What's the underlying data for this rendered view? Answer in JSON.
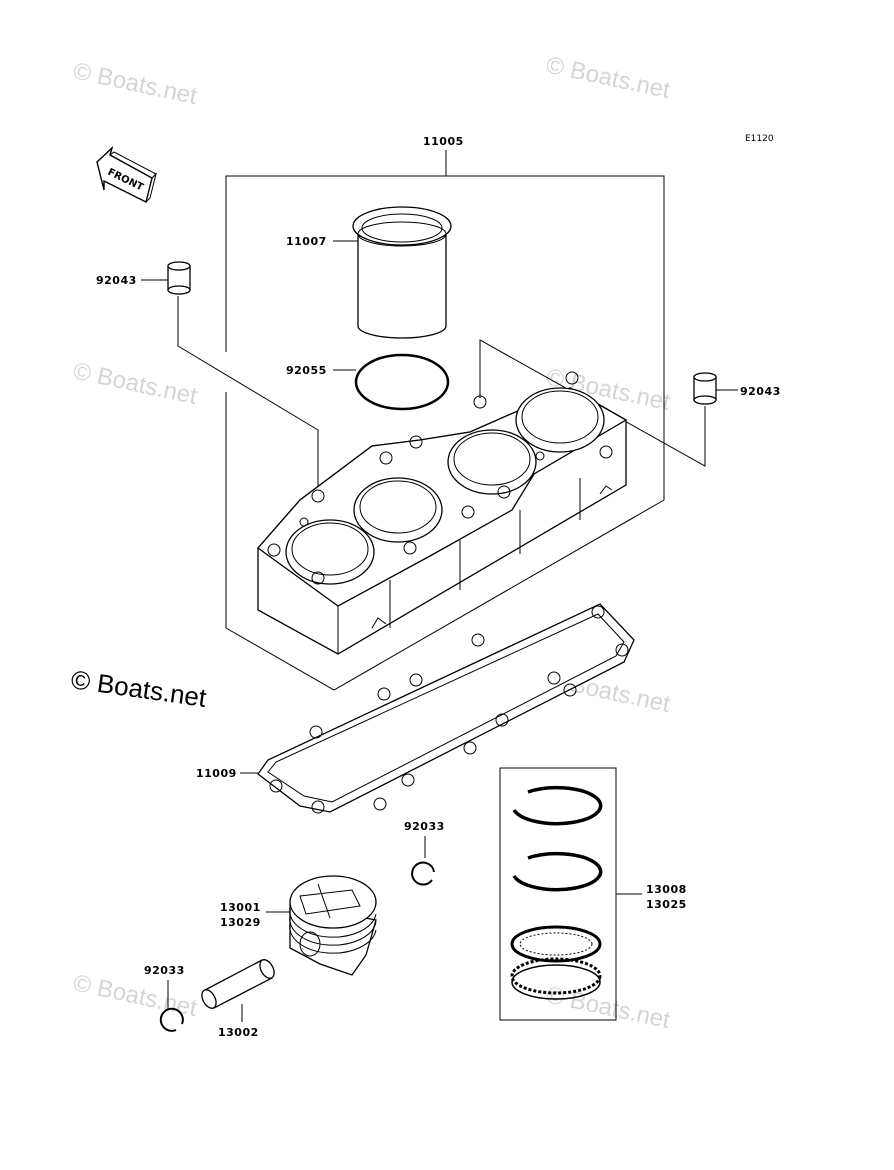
{
  "diagram": {
    "code": "E1120",
    "front_label": "FRONT",
    "watermark_faint": "© Boats.net",
    "watermark_main": "© Boats.net",
    "parts": {
      "cylinder_assy": "11005",
      "sleeve": "11007",
      "o_ring": "92055",
      "dowel_left": "92043",
      "dowel_right": "92043",
      "base_gasket": "11009",
      "circlip_upper": "92033",
      "circlip_lower": "92033",
      "piston_1": "13001",
      "piston_2": "13029",
      "piston_pin": "13002",
      "ring_set_1": "13008",
      "ring_set_2": "13025"
    }
  }
}
